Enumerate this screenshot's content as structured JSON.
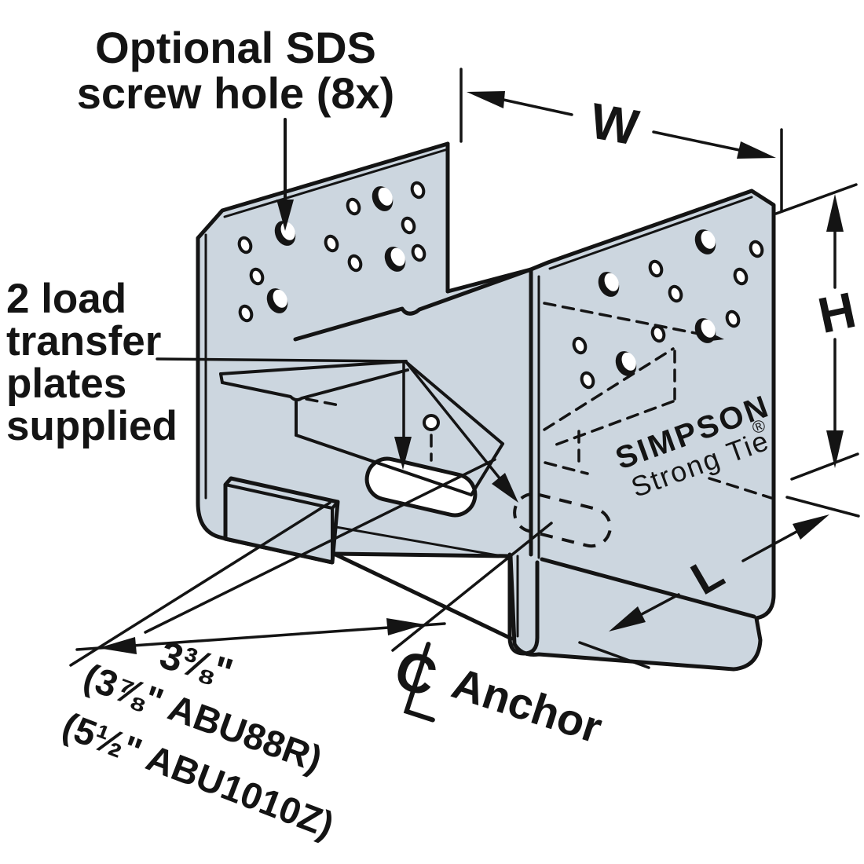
{
  "labels": {
    "sds_line1": "Optional SDS",
    "sds_line2": "screw hole (8x)",
    "plates_line1": "2 load",
    "plates_line2": "transfer",
    "plates_line3": "plates",
    "plates_line4": "supplied",
    "dim_w": "W",
    "dim_h": "H",
    "dim_l": "L",
    "dim_width_value": "3⅜\"",
    "alt_model_1": "(3⅞\" ABU88R)",
    "alt_model_2": "(5½\" ABU1010Z)",
    "anchor": "Anchor",
    "cl_c": "C",
    "brand_line1": "SIMPSON",
    "brand_line2": "Strong Tie",
    "brand_reg": "®"
  },
  "colors": {
    "steel": "#ccd6df",
    "line": "#141414",
    "background": "#ffffff"
  }
}
